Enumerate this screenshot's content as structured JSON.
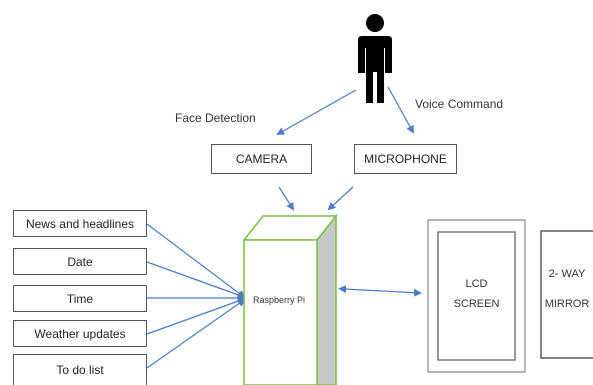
{
  "labels": {
    "face_detection": "Face Detection",
    "voice_command": "Voice Command"
  },
  "boxes": {
    "camera": "CAMERA",
    "microphone": "MICROPHONE",
    "raspberry_pi": "Raspberry Pi",
    "lcd_line1": "LCD",
    "lcd_line2": "SCREEN",
    "mirror_line1": "2- WAY",
    "mirror_line2": "MIRROR"
  },
  "features": [
    {
      "label": "News and headlines"
    },
    {
      "label": "Date"
    },
    {
      "label": "Time"
    },
    {
      "label": "Weather updates"
    },
    {
      "label": "To do list"
    }
  ],
  "colors": {
    "arrow": "#4a7cc9",
    "pi_outline": "#7dbf3f",
    "pi_side": "#c8c8c8",
    "person": "#000000"
  },
  "icons": {
    "person": "person-icon"
  }
}
